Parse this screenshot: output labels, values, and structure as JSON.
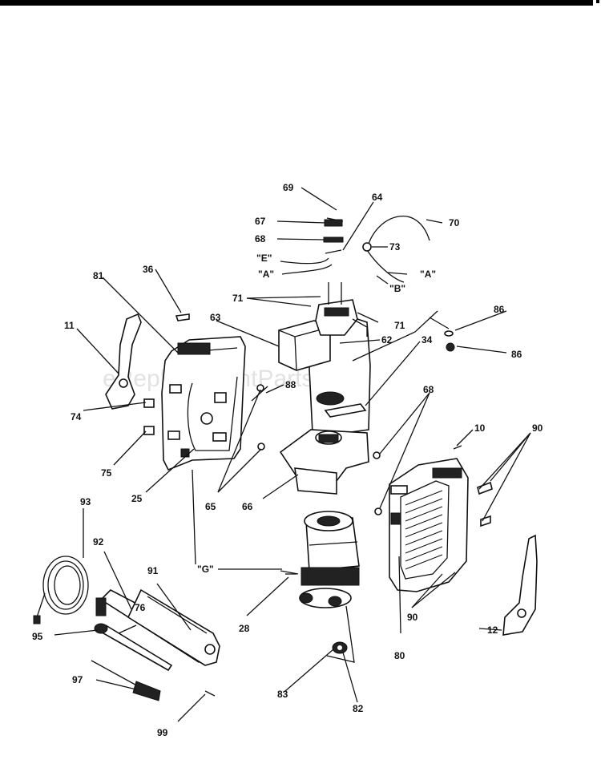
{
  "watermark": "eReplacementParts.com",
  "callouts": [
    {
      "id": "c69",
      "text": "69"
    },
    {
      "id": "c64",
      "text": "64"
    },
    {
      "id": "c70",
      "text": "70"
    },
    {
      "id": "c67",
      "text": "67"
    },
    {
      "id": "c68a",
      "text": "68"
    },
    {
      "id": "c73",
      "text": "73"
    },
    {
      "id": "cE",
      "text": "\"E\""
    },
    {
      "id": "cA1",
      "text": "\"A\""
    },
    {
      "id": "cA2",
      "text": "\"A\""
    },
    {
      "id": "cB",
      "text": "\"B\""
    },
    {
      "id": "c81",
      "text": "81"
    },
    {
      "id": "c36",
      "text": "36"
    },
    {
      "id": "c11",
      "text": "11"
    },
    {
      "id": "c71a",
      "text": "71"
    },
    {
      "id": "c63",
      "text": "63"
    },
    {
      "id": "c71b",
      "text": "71"
    },
    {
      "id": "c86a",
      "text": "86"
    },
    {
      "id": "c86b",
      "text": "86"
    },
    {
      "id": "c62",
      "text": "62"
    },
    {
      "id": "c34",
      "text": "34"
    },
    {
      "id": "c88",
      "text": "88"
    },
    {
      "id": "c68b",
      "text": "68"
    },
    {
      "id": "c74",
      "text": "74"
    },
    {
      "id": "c10",
      "text": "10"
    },
    {
      "id": "c90a",
      "text": "90"
    },
    {
      "id": "c75",
      "text": "75"
    },
    {
      "id": "c25",
      "text": "25"
    },
    {
      "id": "c65",
      "text": "65"
    },
    {
      "id": "c66",
      "text": "66"
    },
    {
      "id": "c93",
      "text": "93"
    },
    {
      "id": "c92",
      "text": "92"
    },
    {
      "id": "c91",
      "text": "91"
    },
    {
      "id": "cG",
      "text": "\"G\""
    },
    {
      "id": "c76",
      "text": "76"
    },
    {
      "id": "c28",
      "text": "28"
    },
    {
      "id": "c90b",
      "text": "90"
    },
    {
      "id": "c12",
      "text": "12"
    },
    {
      "id": "c95",
      "text": "95"
    },
    {
      "id": "c80",
      "text": "80"
    },
    {
      "id": "c97",
      "text": "97"
    },
    {
      "id": "c83",
      "text": "83"
    },
    {
      "id": "c82",
      "text": "82"
    },
    {
      "id": "c99",
      "text": "99"
    }
  ]
}
